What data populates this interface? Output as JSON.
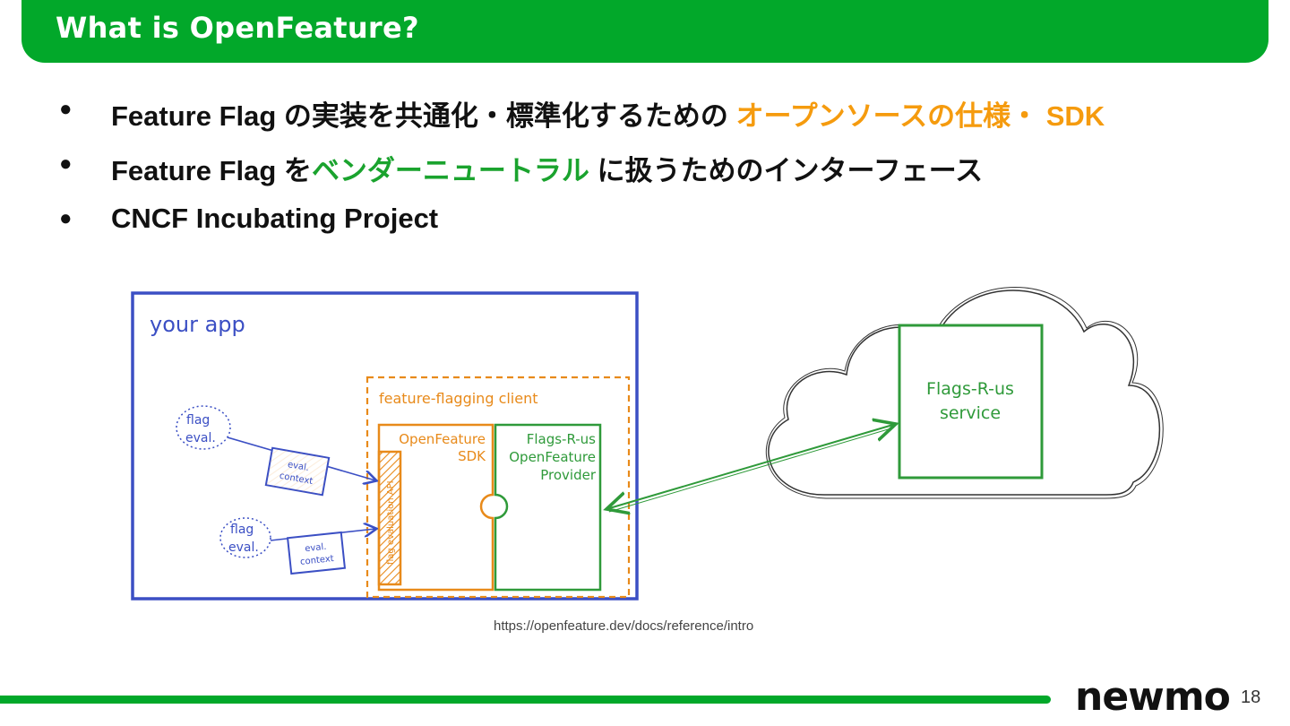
{
  "title": "What is OpenFeature?",
  "bullets": [
    {
      "dot": "●",
      "before": "Feature Flag の実装を共通化・標準化するための ",
      "highlight": "オープンソースの仕様・ SDK",
      "after": ""
    },
    {
      "dot": "●",
      "before": "Feature Flag を",
      "highlight": "ベンダーニュートラル",
      "after": " に扱うためのインターフェース"
    },
    {
      "dot": "●",
      "before": "CNCF Incubating Project",
      "highlight": "",
      "after": ""
    }
  ],
  "diagram": {
    "app_label": "your app",
    "client_label": "feature-flagging client",
    "flag_eval_1": [
      "flag",
      "eval."
    ],
    "flag_eval_2": [
      "flag",
      "eval."
    ],
    "eval_context_1": [
      "eval.",
      "context"
    ],
    "eval_context_2": [
      "eval.",
      "context"
    ],
    "api_label": "flag evaluation API",
    "sdk_label": [
      "OpenFeature",
      "SDK"
    ],
    "provider_label": [
      "Flags-R-us",
      "OpenFeature",
      "Provider"
    ],
    "service_label": [
      "Flags-R-us",
      "service"
    ],
    "colors": {
      "blue": "#3b4fc4",
      "orange": "#e88a1a",
      "green": "#2f9a3a",
      "gray": "#333333"
    }
  },
  "source_url": "https://openfeature.dev/docs/reference/intro",
  "logo_text": "newmo",
  "page_number": "18",
  "colors": {
    "brand_green": "#02a82a",
    "orange": "#f59b0e",
    "green_text": "#1aa32e"
  }
}
